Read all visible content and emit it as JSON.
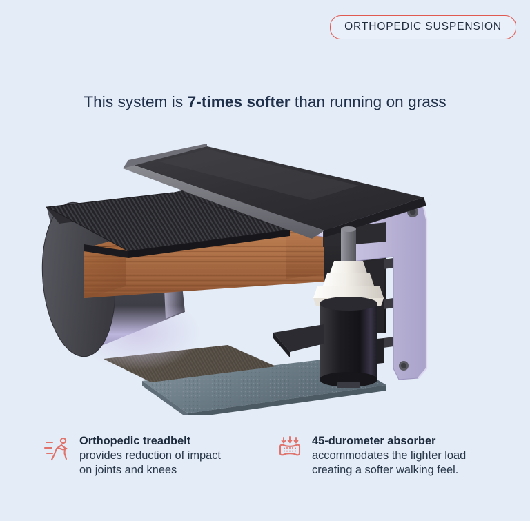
{
  "background_color": "#e4ecf7",
  "badge": {
    "label": "ORTHOPEDIC SUSPENSION",
    "border_color": "#e05a52",
    "text_color": "#1e2b3c"
  },
  "headline": {
    "lead": "This system is ",
    "emphasis": "7-times softer",
    "trail": " than running on grass",
    "text_color": "#20304a"
  },
  "illustration": {
    "name": "treadmill-suspension-cutaway",
    "description": "3D cutaway render of a treadmill deck showing roller, treadbelt, wooden deck, aluminium side-rail extrusion and elastomer shock absorber",
    "parts": [
      {
        "name": "roller",
        "color": "#4a4a52"
      },
      {
        "name": "treadbelt",
        "color": "#2a2a2e"
      },
      {
        "name": "wooden-deck",
        "color": "#a4673f"
      },
      {
        "name": "side-rail-extrusion",
        "color": "#c7c2e0"
      },
      {
        "name": "top-cover-plate",
        "color": "#343437"
      },
      {
        "name": "shock-absorber-cone",
        "color": "#f4f2ef"
      },
      {
        "name": "shock-absorber-body",
        "color": "#1d1d20"
      },
      {
        "name": "base-plate",
        "color": "#6f8089"
      }
    ]
  },
  "features": [
    {
      "icon": "running-person-icon",
      "icon_color": "#e0736b",
      "title": "Orthopedic treadbelt",
      "body": "provides reduction of impact on joints and knees"
    },
    {
      "icon": "absorber-pad-arrows-icon",
      "icon_color": "#e0736b",
      "title": "45-durometer absorber",
      "body": "accommodates the lighter load creating a softer walking feel."
    }
  ]
}
